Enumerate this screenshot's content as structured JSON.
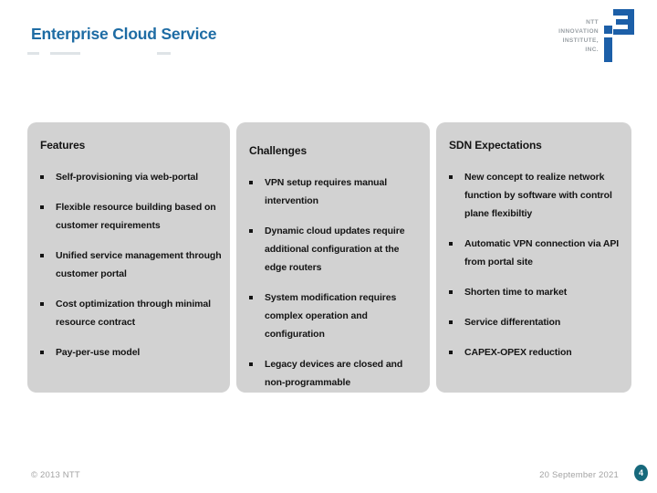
{
  "slide": {
    "title": "Enterprise Cloud Service",
    "logo": {
      "lines": [
        "NTT",
        "INNOVATION",
        "INSTITUTE,",
        "INC."
      ],
      "mark": "i3-mark"
    },
    "columns": [
      {
        "heading": "Features",
        "bullets": [
          "Self-provisioning via web-portal",
          "Flexible resource building based on customer requirements",
          "Unified service management through customer portal",
          "Cost optimization through minimal resource contract",
          "Pay-per-use model"
        ]
      },
      {
        "heading": "Challenges",
        "bullets": [
          "VPN setup requires manual intervention",
          "Dynamic cloud updates require additional configuration at the edge routers",
          "System modification requires complex operation and configuration",
          "Legacy devices are closed and non-programmable"
        ]
      },
      {
        "heading": "SDN Expectations",
        "bullets": [
          "New concept to realize network function by software with control plane flexibiltiy",
          "Automatic VPN connection via API from portal site",
          "Shorten time to market",
          "Service differentation",
          "CAPEX-OPEX reduction"
        ]
      }
    ],
    "footer": {
      "copyright": "© 2013 NTT",
      "date": "20 September 2021",
      "page_number": "4"
    },
    "colors": {
      "title_blue": "#1E6CA4",
      "box_gray": "#D2D2D2",
      "text_dark": "#141414",
      "logo_blue": "#1C5FA8",
      "logo_gray": "#9BA1A6",
      "footer_gray": "#A3A3A3",
      "badge_teal": "#17697C"
    }
  }
}
